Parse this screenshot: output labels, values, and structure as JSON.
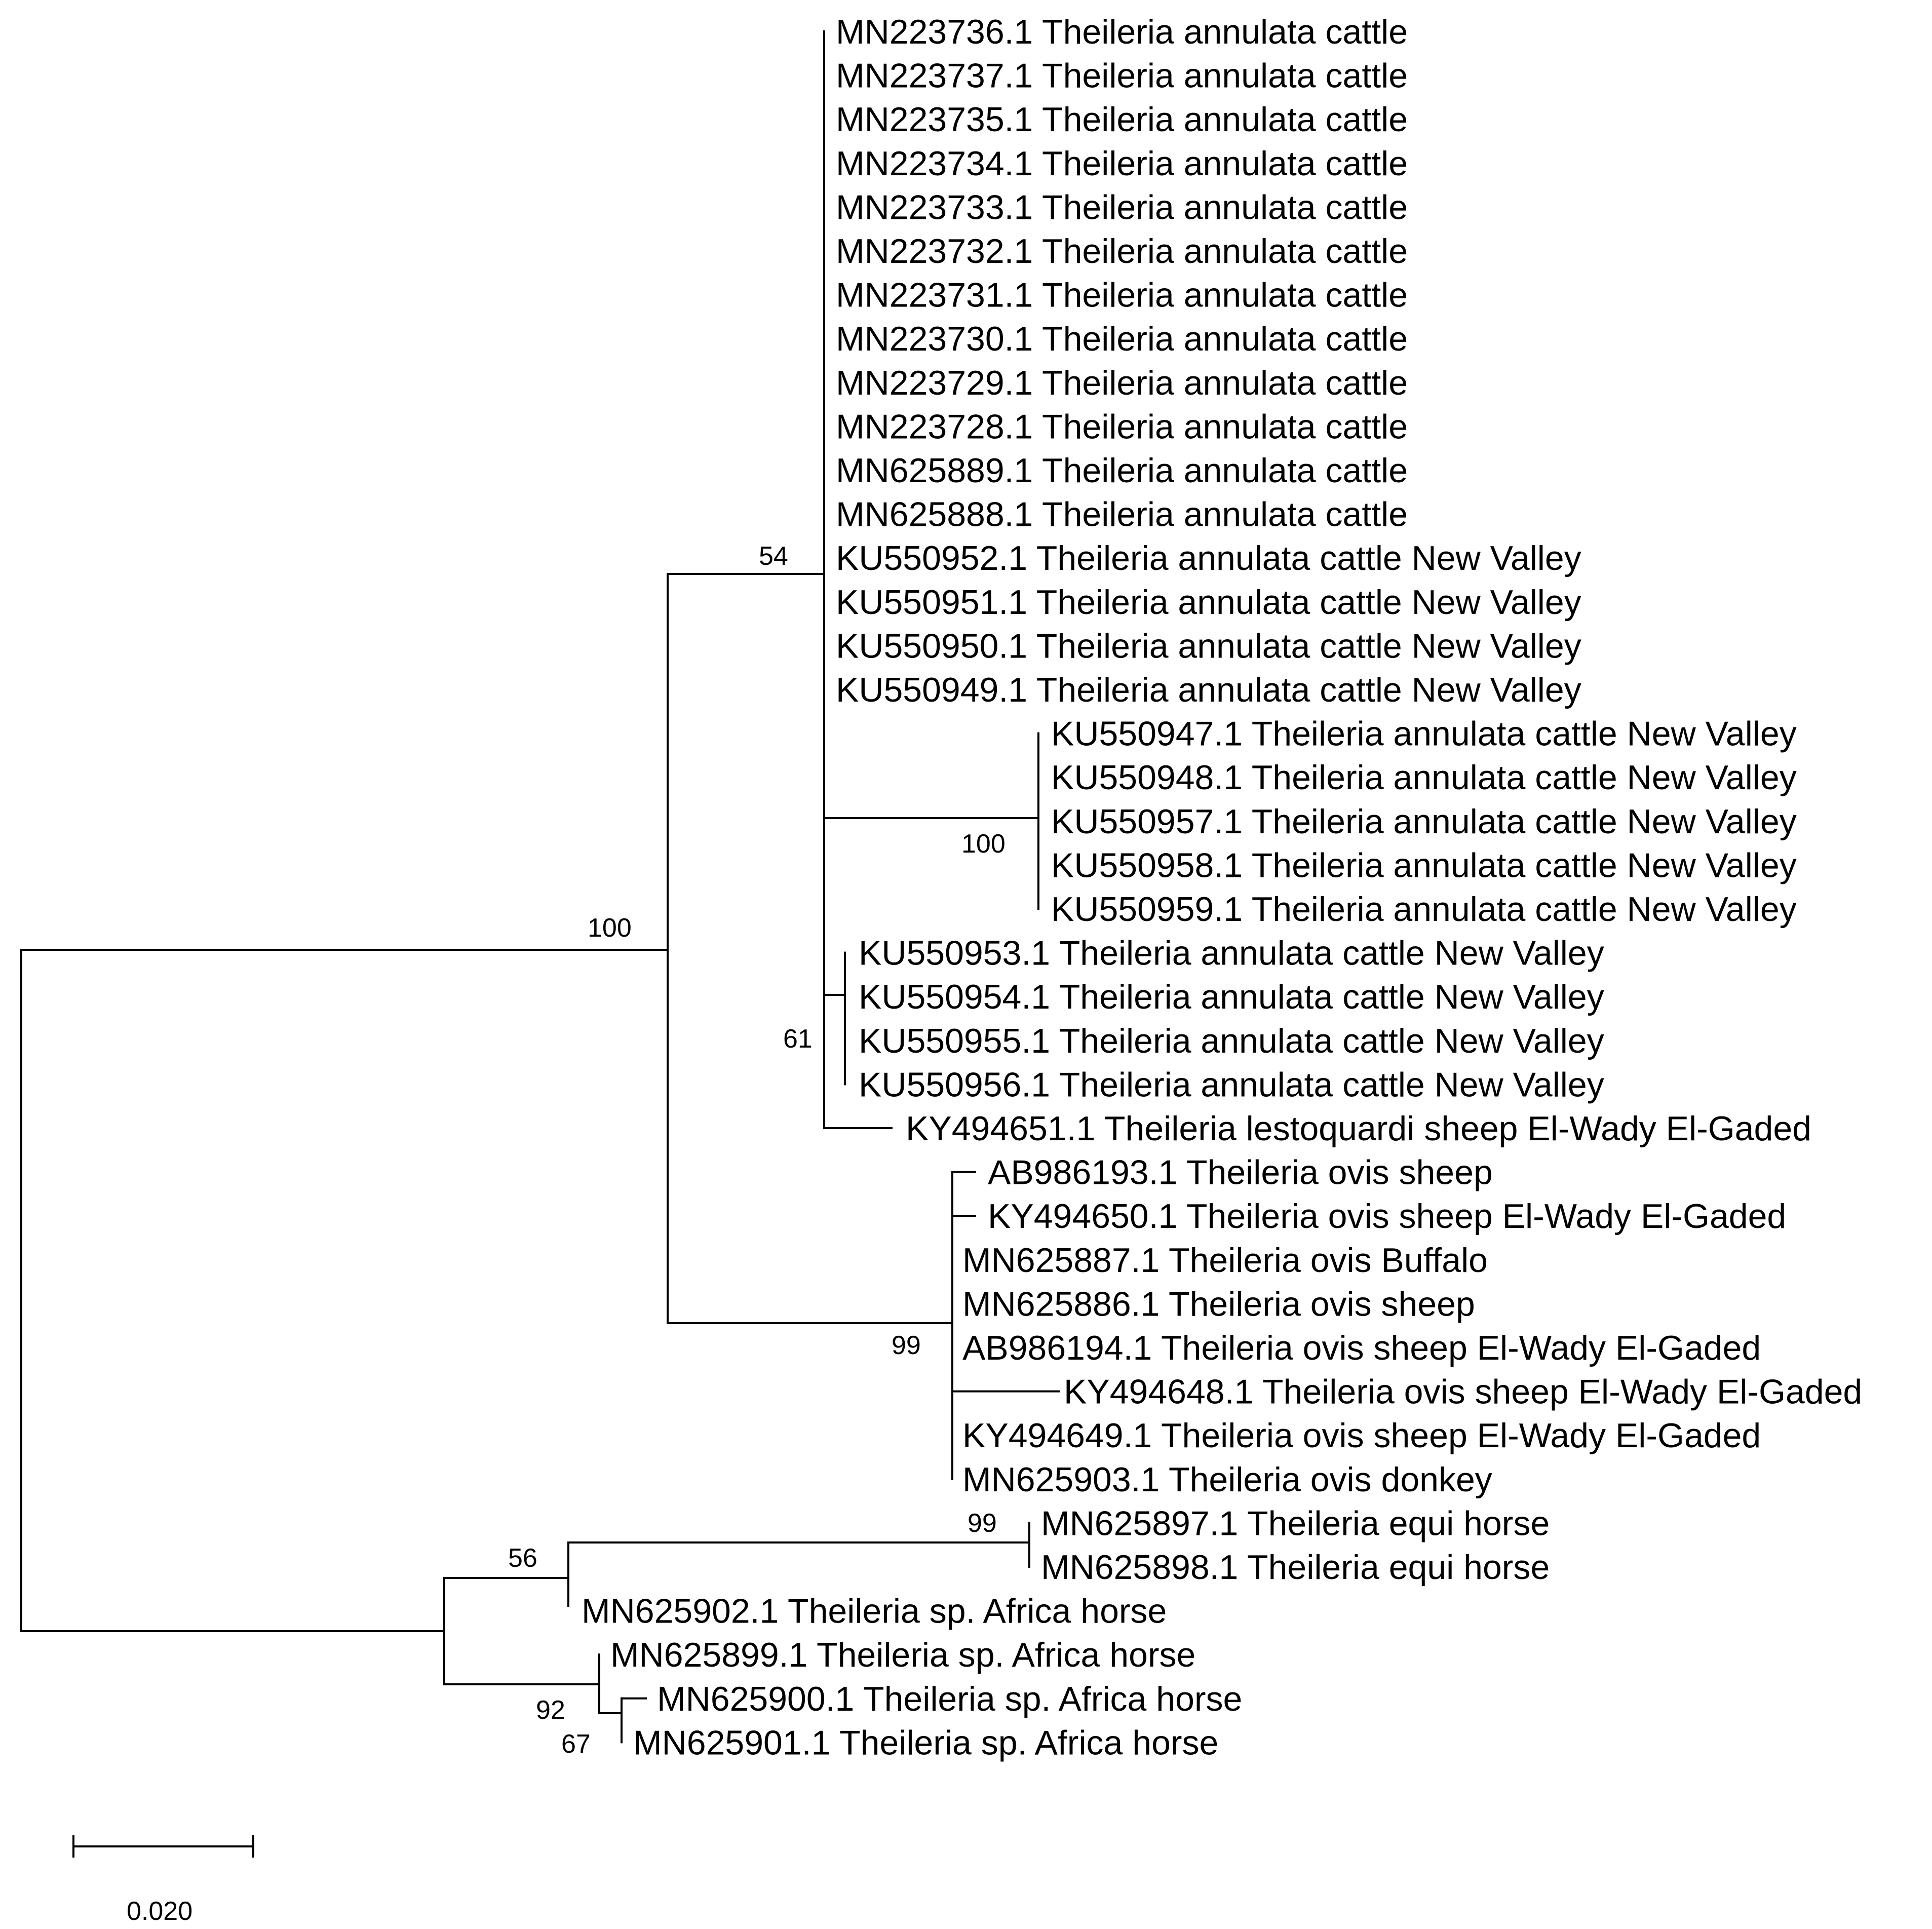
{
  "colors": {
    "line": "#000000",
    "background": "#ffffff"
  },
  "taxa": [
    "MN223736.1 Theileria annulata cattle",
    "MN223737.1 Theileria annulata cattle",
    "MN223735.1 Theileria annulata cattle",
    "MN223734.1 Theileria annulata cattle",
    "MN223733.1 Theileria annulata cattle",
    "MN223732.1 Theileria annulata cattle",
    "MN223731.1 Theileria annulata cattle",
    "MN223730.1 Theileria annulata cattle",
    "MN223729.1 Theileria annulata cattle",
    "MN223728.1 Theileria annulata cattle",
    "MN625889.1 Theileria annulata cattle",
    "MN625888.1 Theileria annulata cattle",
    "KU550952.1 Theileria annulata cattle New Valley",
    "KU550951.1 Theileria annulata cattle New Valley",
    "KU550950.1 Theileria annulata cattle New Valley",
    "KU550949.1 Theileria annulata cattle New Valley",
    "KU550947.1 Theileria annulata cattle New Valley",
    "KU550948.1 Theileria annulata cattle New Valley",
    "KU550957.1 Theileria annulata cattle New Valley",
    "KU550958.1 Theileria annulata cattle New Valley",
    "KU550959.1 Theileria annulata cattle New Valley",
    "KU550953.1 Theileria annulata cattle New Valley",
    "KU550954.1 Theileria annulata cattle New Valley",
    "KU550955.1 Theileria annulata cattle New Valley",
    "KU550956.1 Theileria annulata cattle New Valley",
    "KY494651.1 Theileria lestoquardi sheep El-Wady El-Gaded",
    "AB986193.1 Theileria ovis sheep",
    "KY494650.1 Theileria ovis sheep El-Wady El-Gaded",
    "MN625887.1 Theileria ovis Buffalo",
    "MN625886.1 Theileria ovis sheep",
    "AB986194.1 Theileria ovis sheep El-Wady El-Gaded",
    "KY494648.1 Theileria ovis sheep El-Wady El-Gaded",
    "KY494649.1 Theileria ovis sheep El-Wady El-Gaded",
    "MN625903.1 Theileria ovis donkey",
    "MN625897.1 Theileria equi horse",
    "MN625898.1 Theileria equi horse",
    "MN625902.1 Theileria sp. Africa horse",
    "MN625899.1 Theileria sp. Africa horse",
    "MN625900.1 Theileria sp. Africa horse",
    "MN625901.1 Theileria sp. Africa horse"
  ],
  "bootstrap": {
    "annulata_node": "54",
    "annulata_ovis_node": "100",
    "kU547_group": "100",
    "kU553_group": "61",
    "ovis_group": "99",
    "equi_pair": "99",
    "equi_africa_node": "56",
    "africa_node": "92",
    "africa_inner": "67"
  },
  "scale_bar": {
    "label": "0.020",
    "value": 0.02
  }
}
